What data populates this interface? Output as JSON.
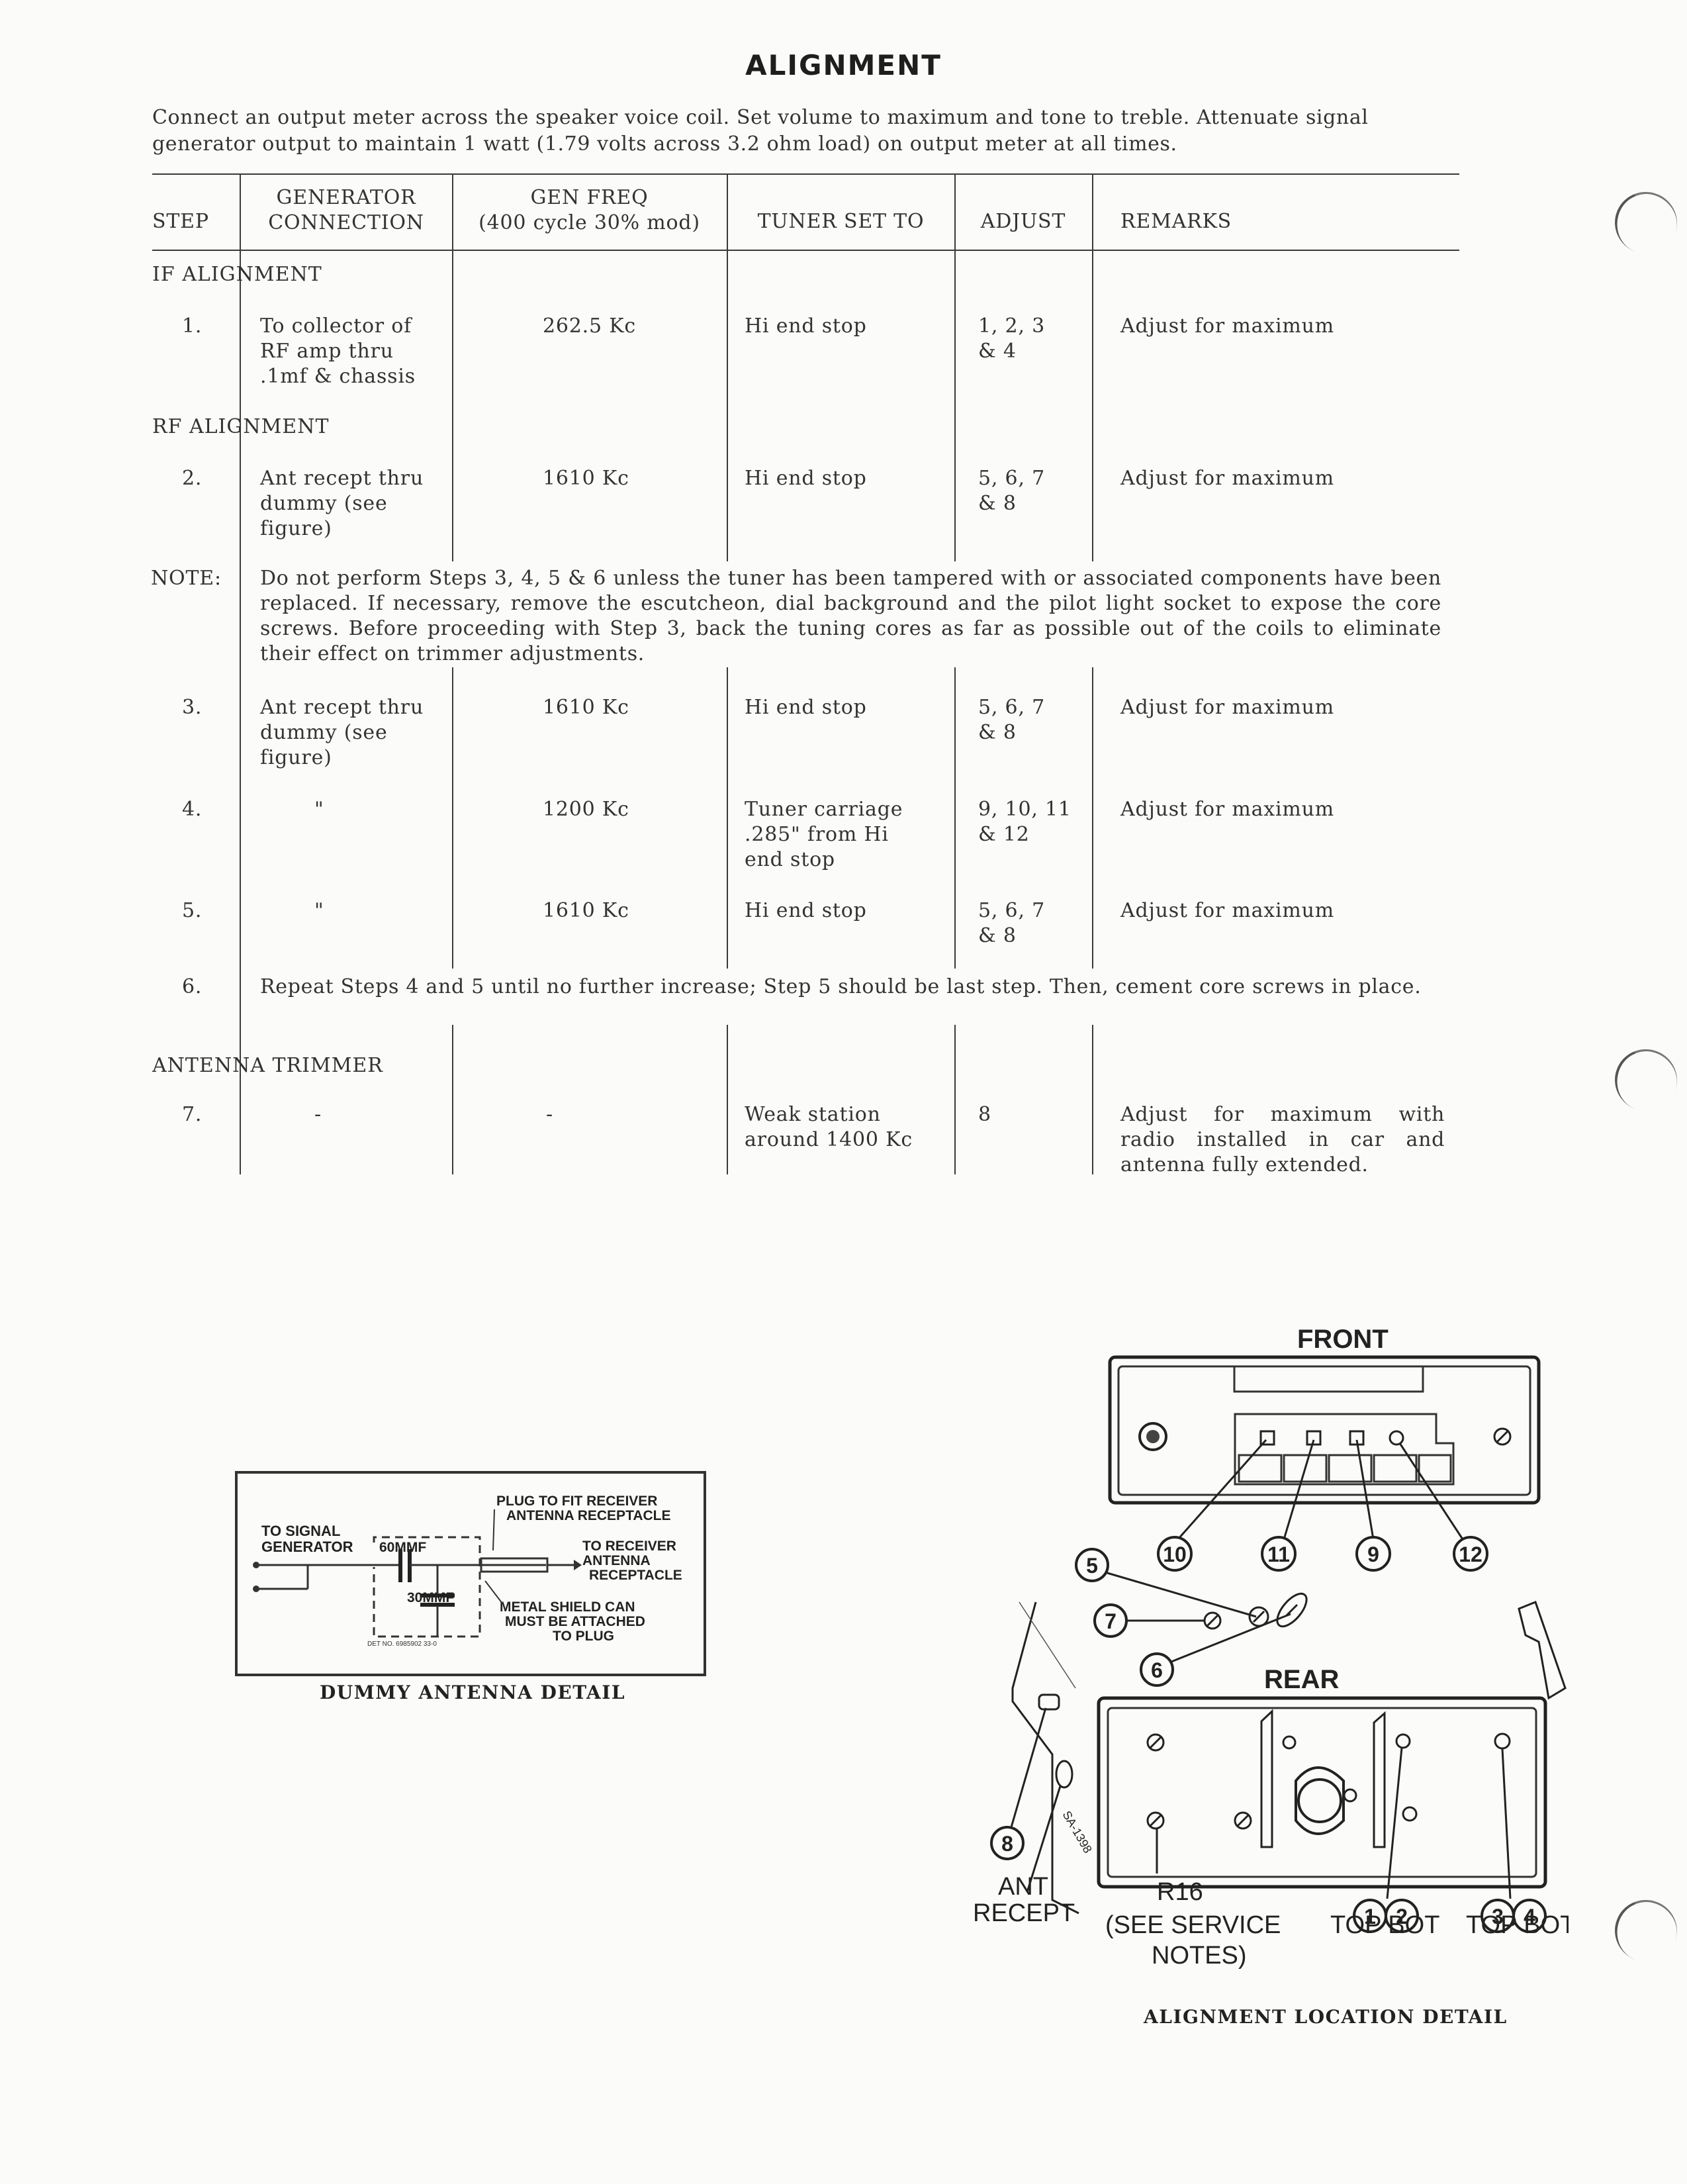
{
  "title": "ALIGNMENT",
  "intro": "Connect an output meter across the speaker voice coil. Set volume to maximum and tone to treble. Attenuate signal generator output to maintain 1 watt (1.79 volts across 3.2 ohm load) on output meter at all times.",
  "headers": {
    "step": "STEP",
    "gen_conn": "GENERATOR\nCONNECTION",
    "gen_freq": "GEN FREQ\n(400 cycle 30% mod)",
    "tuner": "TUNER SET TO",
    "adjust": "ADJUST",
    "remarks": "REMARKS"
  },
  "sections": {
    "if": "IF ALIGNMENT",
    "rf": "RF ALIGNMENT",
    "ant": "ANTENNA TRIMMER"
  },
  "rows": [
    {
      "step": "1.",
      "conn": "To collector of\nRF amp thru\n.1mf & chassis",
      "freq": "262.5 Kc",
      "tuner": "Hi end stop",
      "adjust": "1, 2, 3\n& 4",
      "remarks": "Adjust for maximum"
    },
    {
      "step": "2.",
      "conn": "Ant recept thru\ndummy (see\nfigure)",
      "freq": "1610 Kc",
      "tuner": "Hi end stop",
      "adjust": "5, 6, 7\n& 8",
      "remarks": "Adjust for maximum"
    },
    {
      "step": "3.",
      "conn": "Ant recept thru\ndummy (see\nfigure)",
      "freq": "1610 Kc",
      "tuner": "Hi end stop",
      "adjust": "5, 6, 7\n& 8",
      "remarks": "Adjust for maximum"
    },
    {
      "step": "4.",
      "conn": "\"",
      "freq": "1200 Kc",
      "tuner": "Tuner carriage\n.285\" from Hi\nend stop",
      "adjust": "9, 10, 11\n& 12",
      "remarks": "Adjust for maximum"
    },
    {
      "step": "5.",
      "conn": "\"",
      "freq": "1610 Kc",
      "tuner": "Hi end stop",
      "adjust": "5, 6, 7\n& 8",
      "remarks": "Adjust for maximum"
    },
    {
      "step": "7.",
      "conn": "-",
      "freq": "-",
      "tuner": "Weak station\naround 1400 Kc",
      "adjust": "8",
      "remarks": "Adjust for maximum with\nradio installed in car and\nantenna fully extended."
    }
  ],
  "note_label": "NOTE:",
  "note_text": "Do not perform Steps 3, 4, 5 & 6 unless the tuner has been tampered with or associated components have been replaced. If necessary, remove the escutcheon, dial background and the pilot light socket to expose the core screws. Before proceeding with Step 3, back the tuning cores as far as possible out of the coils to eliminate their effect on trimmer adjustments.",
  "step6": {
    "step": "6.",
    "text": "Repeat Steps 4 and 5 until no further increase; Step 5 should be last step. Then, cement core screws in place."
  },
  "dummy": {
    "caption": "DUMMY ANTENNA DETAIL",
    "to_signal": "TO SIGNAL",
    "generator": "GENERATOR",
    "c60": "60MMF",
    "c30": "30MMF",
    "plug1": "PLUG TO FIT RECEIVER",
    "plug2": "ANTENNA RECEPTACLE",
    "to_recv1": "TO RECEIVER",
    "to_recv2": "ANTENNA",
    "to_recv3": "RECEPTACLE",
    "shield1": "METAL SHIELD CAN",
    "shield2": "MUST BE ATTACHED",
    "shield3": "TO PLUG",
    "det_no": "DET NO. 6985902 33-0"
  },
  "location": {
    "caption": "ALIGNMENT LOCATION DETAIL",
    "front": "FRONT",
    "rear": "REAR",
    "ant1": "ANT",
    "ant2": "RECEPT",
    "r16a": "R16",
    "r16b": "(SEE SERVICE",
    "r16c": "NOTES)",
    "topbot_a": "TOP BOT",
    "topbot_b": "TOP BOT",
    "sa": "SA-1398",
    "nums": [
      "1",
      "2",
      "3",
      "4",
      "5",
      "6",
      "7",
      "8",
      "9",
      "10",
      "11",
      "12"
    ]
  }
}
